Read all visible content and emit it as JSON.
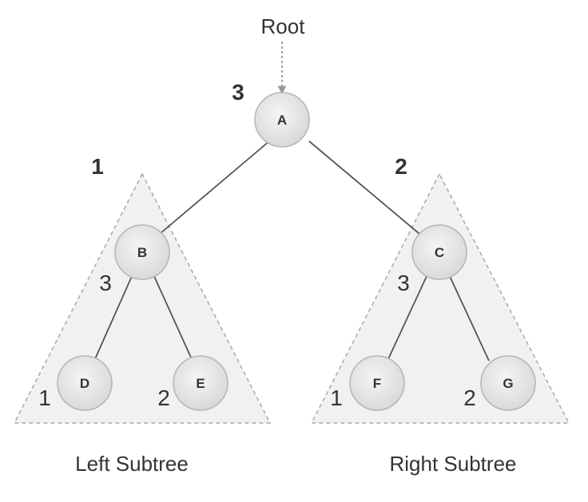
{
  "root_label": "Root",
  "nodes": {
    "A": {
      "letter": "A",
      "order": "3"
    },
    "B": {
      "letter": "B",
      "order": "3"
    },
    "C": {
      "letter": "C",
      "order": "3"
    },
    "D": {
      "letter": "D",
      "order": "1"
    },
    "E": {
      "letter": "E",
      "order": "2"
    },
    "F": {
      "letter": "F",
      "order": "1"
    },
    "G": {
      "letter": "G",
      "order": "2"
    }
  },
  "subtrees": {
    "left": {
      "label": "Left Subtree",
      "order": "1"
    },
    "right": {
      "label": "Right Subtree",
      "order": "2"
    }
  }
}
